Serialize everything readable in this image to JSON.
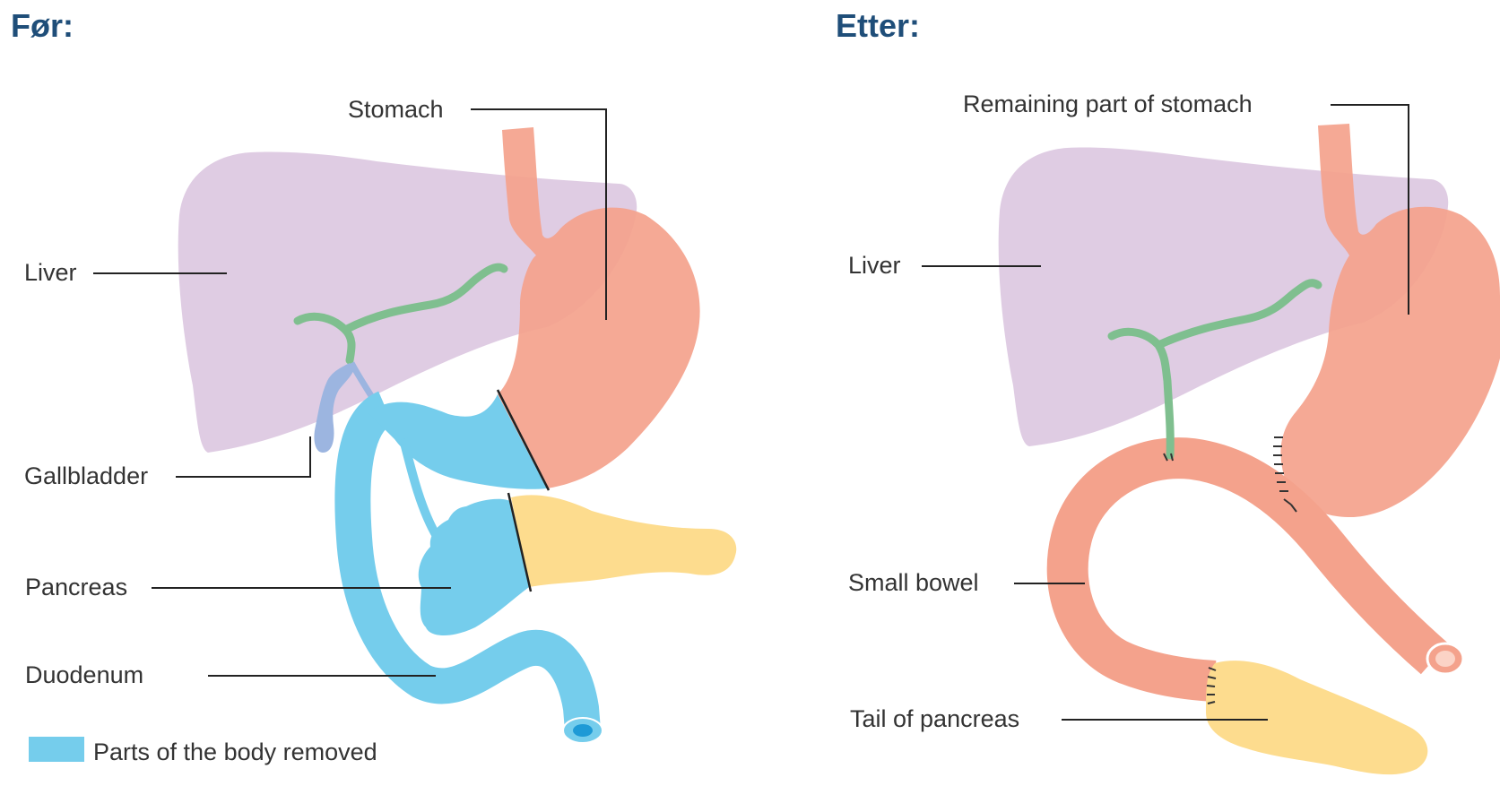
{
  "before": {
    "title": "Før:",
    "labels": {
      "stomach": "Stomach",
      "liver": "Liver",
      "gallbladder": "Gallbladder",
      "pancreas": "Pancreas",
      "duodenum": "Duodenum"
    },
    "legend": "Parts of the body removed"
  },
  "after": {
    "title": "Etter:",
    "labels": {
      "remaining_stomach": "Remaining part of stomach",
      "liver": "Liver",
      "small_bowel": "Small bowel",
      "tail_pancreas": "Tail of pancreas"
    }
  },
  "colors": {
    "liver": "#dcc6e0",
    "stomach": "#f4a28c",
    "removed": "#75cdec",
    "pancreas": "#fddc8e",
    "bile_duct": "#7fbf8f",
    "title": "#1f4e79"
  }
}
